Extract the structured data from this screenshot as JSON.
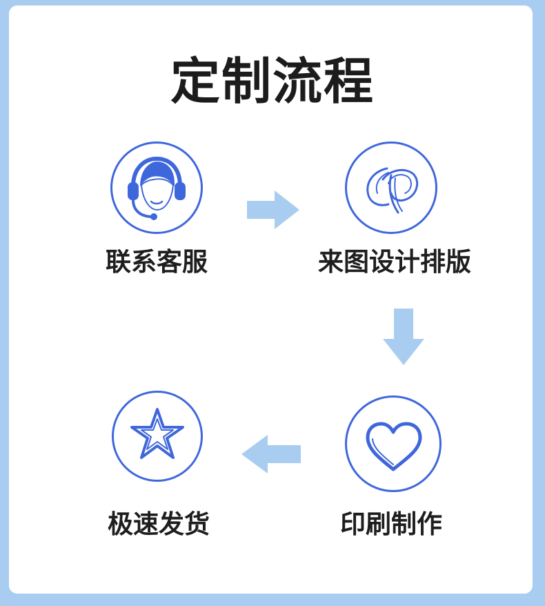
{
  "title": "定制流程",
  "steps": [
    {
      "label": "联系客服",
      "icon": "headset-icon"
    },
    {
      "label": "来图设计排版",
      "icon": "design-swirl-icon"
    },
    {
      "label": "印刷制作",
      "icon": "heart-icon"
    },
    {
      "label": "极速发货",
      "icon": "star-icon"
    }
  ],
  "colors": {
    "background": "#a9cdf0",
    "card": "#ffffff",
    "icon_blue": "#3f67dc",
    "arrow_blue": "#a9cdf0",
    "text": "#1e1e1e"
  }
}
